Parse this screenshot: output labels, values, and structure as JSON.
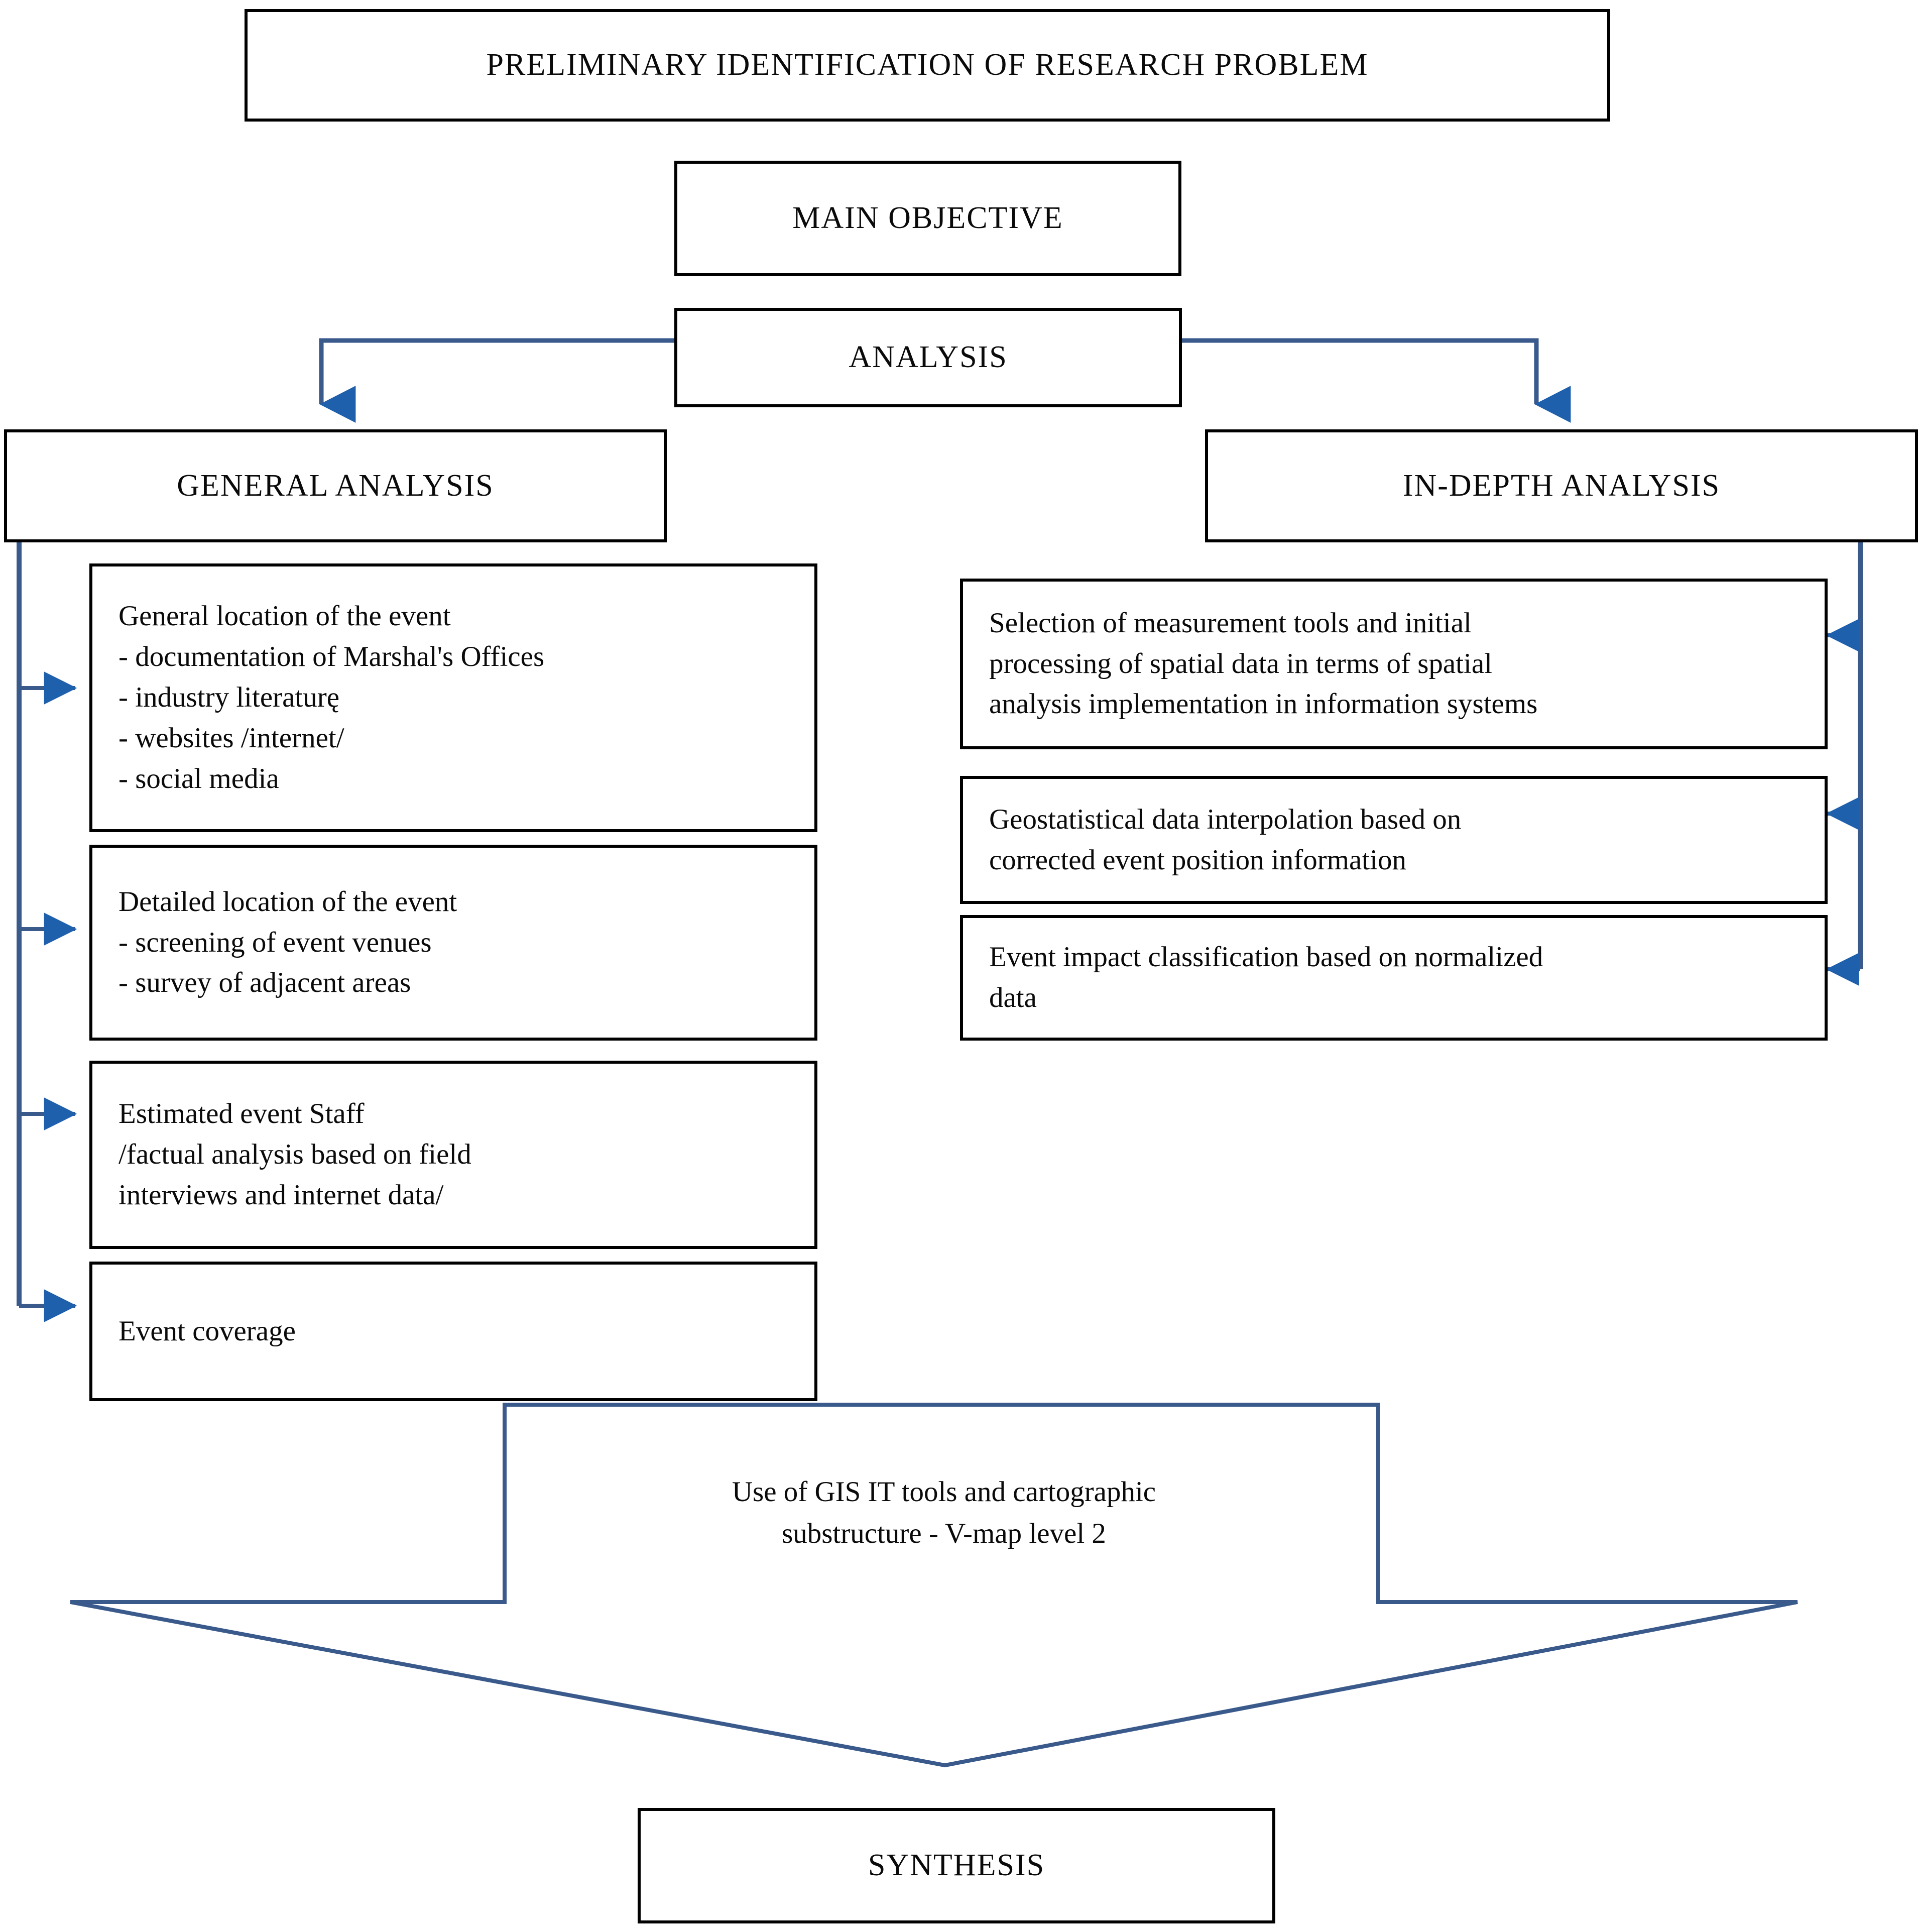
{
  "diagram": {
    "title_box": {
      "label": "PRELIMINARY IDENTIFICATION  OF RESEARCH PROBLEM"
    },
    "main_objective_box": {
      "label": "MAIN OBJECTIVE"
    },
    "analysis_box": {
      "label": "ANALYSIS"
    },
    "branches": {
      "left_header": {
        "label": "GENERAL  ANALYSIS"
      },
      "right_header": {
        "label": "IN-DEPTH  ANALYSIS"
      }
    },
    "general_analysis_items": [
      {
        "lines": [
          "General location of the event",
          "- documentation of Marshal's Offices",
          "- industry literaturę",
          "- websites  /internet/",
          "- social media"
        ]
      },
      {
        "lines": [
          "Detailed location of the event",
          "- screening  of event venues",
          "- survey of adjacent areas"
        ]
      },
      {
        "lines": [
          "Estimated event Staff",
          "/factual analysis based on field",
          "interviews  and internet data/"
        ]
      },
      {
        "lines": [
          "Event coverage"
        ]
      }
    ],
    "in_depth_analysis_items": [
      {
        "lines": [
          "Selection  of measurement tools and initial",
          "processing  of spatial data in terms of spatial",
          "analysis implementation in  information systems"
        ]
      },
      {
        "lines": [
          "Geostatistical data interpolation based on",
          "corrected event position  information"
        ]
      },
      {
        "lines": [
          "Event impact classification based on normalized",
          "data"
        ]
      }
    ],
    "gis_arrow": {
      "lines": [
        "Use of GIS IT tools and cartographic",
        "substructure - V-map level 2"
      ]
    },
    "synthesis_box": {
      "label": "SYNTHESIS"
    },
    "colors": {
      "connector": "#3a5a8c",
      "arrowhead": "#1f60ad",
      "box_border": "#000000",
      "text": "#0a0a0a",
      "background": "#ffffff"
    }
  }
}
